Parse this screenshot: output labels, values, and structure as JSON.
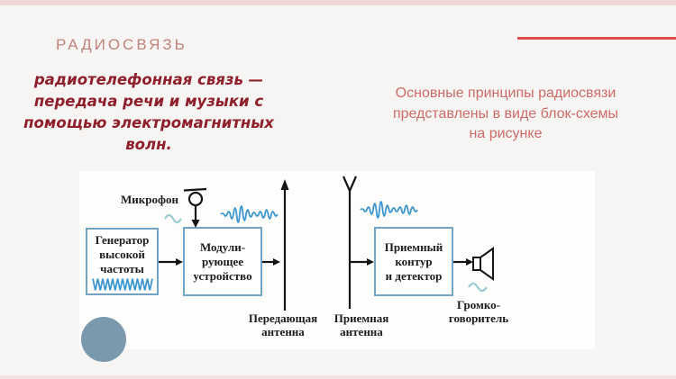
{
  "slide": {
    "title": "РАДИОСВЯЗЬ",
    "definition": {
      "lines": [
        "радиотелефонная связь —",
        "передача речи и музыки с",
        "помощью электромагнитных",
        "волн."
      ]
    },
    "intro": {
      "lines": [
        "Основные принципы радиосвязи",
        "представлены в виде блок-схемы",
        "на рисунке"
      ]
    },
    "colors": {
      "title": "#c0837b",
      "definition": "#8e1f2b",
      "intro": "#cd6b68",
      "accent_line": "#dd4e4e",
      "box_border": "#74a3c8",
      "wave_blue": "#3e96ce",
      "tilde_teal": "#9ccbd1",
      "decor_circle": "#7b99ad"
    }
  },
  "diagram": {
    "mic_label": "Микрофон",
    "boxes": {
      "generator": {
        "lines": [
          "Генератор",
          "высокой",
          "частоты"
        ]
      },
      "modulator": {
        "lines": [
          "Модули-",
          "рующее",
          "устройство"
        ]
      },
      "receiver": {
        "lines": [
          "Приемный",
          "контур",
          "и детектор"
        ]
      }
    },
    "labels": {
      "tx_antenna": [
        "Передающая",
        "антенна"
      ],
      "rx_antenna": [
        "Приемная",
        "антенна"
      ],
      "speaker": [
        "Громко-",
        "говоритель"
      ]
    }
  }
}
